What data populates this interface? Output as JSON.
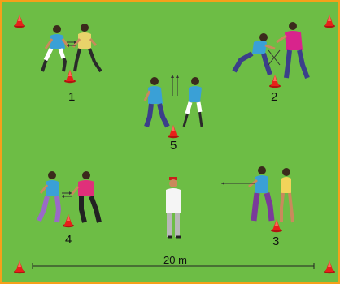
{
  "diagram": {
    "field_color": "#6dbd45",
    "border_color": "#f5a01a",
    "cone_color": "#e8201a",
    "stations": [
      {
        "label": "1",
        "players": [
          "blue-shirt",
          "yellow-shirt"
        ],
        "movement": "horizontal-arrows"
      },
      {
        "label": "2",
        "players": [
          "blue-shirt",
          "magenta-shirt"
        ],
        "movement": "crossed-arrows"
      },
      {
        "label": "3",
        "players": [
          "blue-shirt",
          "yellow-shirt"
        ],
        "movement": "left-arrow"
      },
      {
        "label": "4",
        "players": [
          "blue-shirt",
          "magenta-shirt"
        ],
        "movement": "horizontal-arrows"
      },
      {
        "label": "5",
        "players": [
          "blue-shirt",
          "blue-shirt"
        ],
        "movement": "vertical-arrows"
      }
    ],
    "distance_label": "20 m",
    "coach": "white-shirt-red-cap"
  }
}
